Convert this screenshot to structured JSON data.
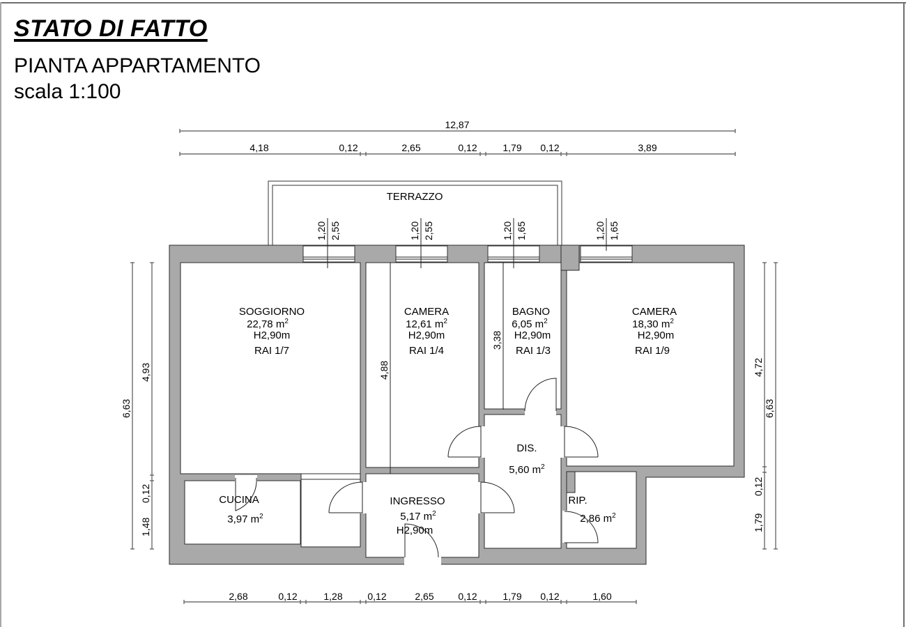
{
  "header": {
    "title": "STATO DI FATTO",
    "subtitle": "PIANTA APPARTAMENTO",
    "scale": "scala 1:100"
  },
  "colors": {
    "wall_fill": "#a9a9a9",
    "line": "#2b2b2b",
    "background": "#ffffff"
  },
  "dimensions": {
    "top_total": "12,87",
    "top_segments": [
      "4,18",
      "0,12",
      "2,65",
      "0,12",
      "1,79",
      "0,12",
      "3,89"
    ],
    "bottom_segments": [
      "2,68",
      "0,12",
      "1,28",
      "0,12",
      "2,65",
      "0,12",
      "1,79",
      "0,12",
      "1,60"
    ],
    "left_total": "6,63",
    "left_segments": [
      "4,93",
      "0,12",
      "1,48"
    ],
    "right_total": "6,63",
    "right_segments": [
      "4,72",
      "0,12",
      "1,79"
    ],
    "interior_camera": "4,88",
    "interior_bagno": "3,38"
  },
  "windows": [
    {
      "width": "1,20",
      "height": "2,55"
    },
    {
      "width": "1,20",
      "height": "2,55"
    },
    {
      "width": "1,20",
      "height": "1,65"
    },
    {
      "width": "1,20",
      "height": "1,65"
    }
  ],
  "rooms": {
    "terrazzo": {
      "name": "TERRAZZO"
    },
    "soggiorno": {
      "name": "SOGGIORNO",
      "area": "22,78 m",
      "height": "H2,90m",
      "rai": "RAI 1/7"
    },
    "camera1": {
      "name": "CAMERA",
      "area": "12,61 m",
      "height": "H2,90m",
      "rai": "RAI 1/4"
    },
    "bagno": {
      "name": "BAGNO",
      "area": "6,05 m",
      "height": "H2,90m",
      "rai": "RAI 1/3"
    },
    "camera2": {
      "name": "CAMERA",
      "area": "18,30 m",
      "height": "H2,90m",
      "rai": "RAI 1/9"
    },
    "dis": {
      "name": "DIS.",
      "area": "5,60 m"
    },
    "cucina": {
      "name": "CUCINA",
      "area": "3,97 m"
    },
    "ingresso": {
      "name": "INGRESSO",
      "area": "5,17 m",
      "height": "H2,90m"
    },
    "rip": {
      "name": "RIP.",
      "area": "2,86 m"
    },
    "sup": "2"
  }
}
